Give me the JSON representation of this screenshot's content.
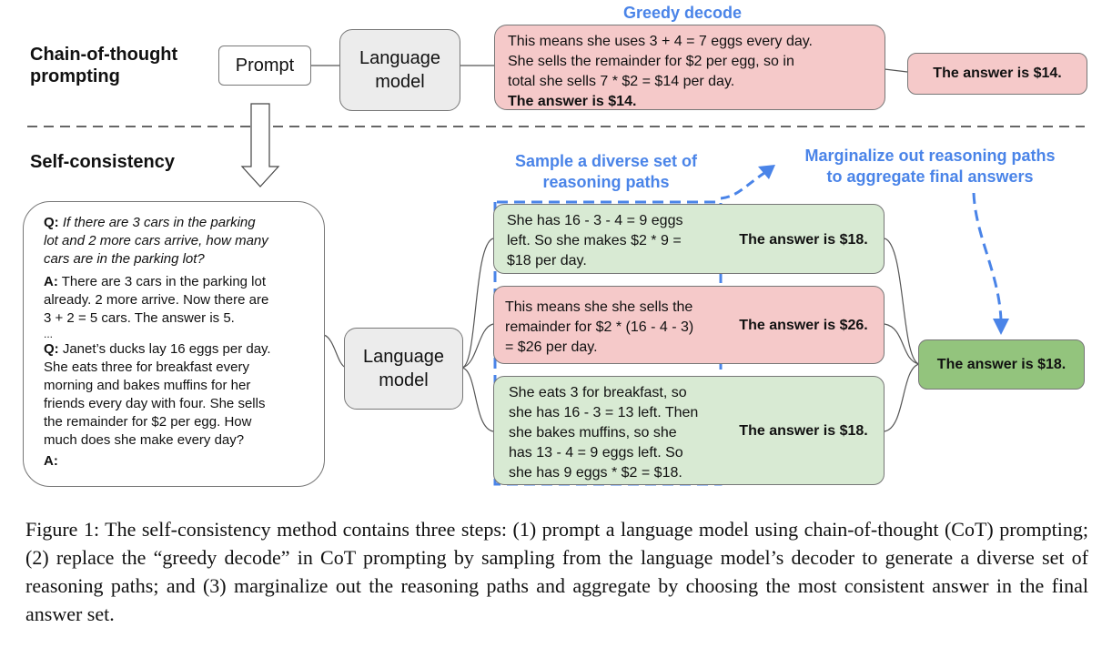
{
  "cot": {
    "title_line1": "Chain-of-thought",
    "title_line2": "prompting",
    "prompt_label": "Prompt",
    "lm_line1": "Language",
    "lm_line2": "model",
    "greedy_label": "Greedy decode",
    "greedy_line1": "This means she uses 3 + 4 = 7 eggs every day.",
    "greedy_line2": "She sells the remainder for $2 per egg, so in",
    "greedy_line3": "total she sells 7 * $2 = $14 per day.",
    "greedy_line4": "The answer is $14.",
    "answer": "The answer is $14."
  },
  "sc": {
    "title": "Self-consistency",
    "prompt": {
      "q1_label": "Q:",
      "q1_line1": " If there are 3 cars in the parking",
      "q1_line2": "lot and 2 more cars arrive, how many",
      "q1_line3": "cars are in the parking lot?",
      "a1_label": "A:",
      "a1_line1": " There are 3 cars in the parking lot",
      "a1_line2": "already. 2 more arrive. Now there are",
      "a1_line3": "3 + 2 = 5 cars. The answer is 5.",
      "ellipsis": "...",
      "q2_label": "Q:",
      "q2_line1": " Janet’s ducks lay 16 eggs per day.",
      "q2_line2": "She eats three for breakfast every",
      "q2_line3": "morning and bakes muffins for her",
      "q2_line4": "friends every day with four. She sells",
      "q2_line5": "the remainder for $2 per egg. How",
      "q2_line6": "much does she make every day?",
      "a2_label": "A:"
    },
    "lm_line1": "Language",
    "lm_line2": "model",
    "sample_label_line1": "Sample a diverse set of",
    "sample_label_line2": "reasoning paths",
    "marginalize_label_line1": "Marginalize out reasoning paths",
    "marginalize_label_line2": "to aggregate final answers",
    "paths": [
      {
        "lines": [
          "She has 16 - 3 - 4 = 9 eggs",
          "left. So she makes $2 * 9 =",
          "$18 per day."
        ],
        "answer": "The answer is $18."
      },
      {
        "lines": [
          "This means she she sells the",
          "remainder for $2 * (16 - 4 - 3)",
          "= $26 per day."
        ],
        "answer": "The answer is $26."
      },
      {
        "lines": [
          "She eats 3 for breakfast, so",
          "she has 16 - 3 = 13 left. Then",
          "she bakes muffins, so she",
          "has 13 - 4 = 9 eggs left. So",
          "she has 9 eggs * $2 = $18."
        ],
        "answer": "The answer is $18."
      }
    ],
    "final_answer": "The answer is $18."
  },
  "caption": {
    "text": "Figure 1: The self-consistency method contains three steps: (1) prompt a language model using chain-of-thought (CoT) prompting; (2) replace the “greedy decode” in CoT prompting by sampling from the language model’s decoder to generate a diverse set of reasoning paths; and (3) marginalize out the reasoning paths and aggregate by choosing the most consistent answer in the final answer set."
  },
  "colors": {
    "pink": "#f5c9c9",
    "light_green": "#d8ead3",
    "dark_green": "#93c47d",
    "gray": "#ececec",
    "blue": "#4a84e8"
  }
}
